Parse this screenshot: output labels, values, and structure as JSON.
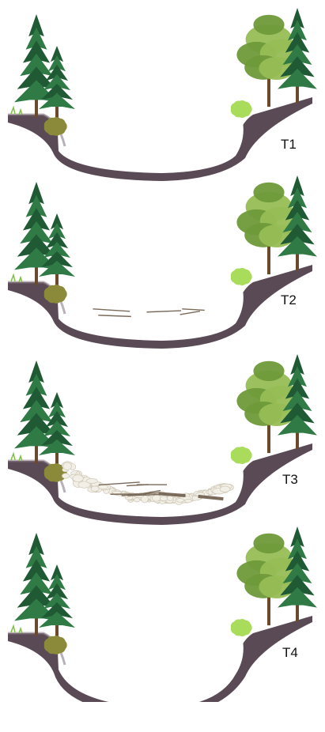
{
  "panels": [
    {
      "label": "T1",
      "deposit": "full"
    },
    {
      "label": "T2",
      "deposit": "full-with-branches"
    },
    {
      "label": "T3",
      "deposit": "dense-with-logs"
    },
    {
      "label": "T4",
      "deposit": "none"
    }
  ],
  "colors": {
    "background": "#ffffff",
    "soil": "#5a4a55",
    "soil_edge": "#8c7c88",
    "conifer_dark": "#1f5a34",
    "conifer_mid": "#2f7a45",
    "deciduous": "#6f9a3a",
    "deciduous_light": "#97bd55",
    "shrub_light": "#a8dc5a",
    "shrub_olive": "#8a8a3a",
    "trunk": "#6a4a2a",
    "sediment": "#f2efe6",
    "sediment_edge": "#cfc8b8",
    "wood": "#7a6a5a",
    "label": "#111111"
  },
  "icons": [
    "conifer-tree-icon",
    "deciduous-tree-icon",
    "shrub-icon",
    "sediment-stone-icon",
    "woody-debris-icon"
  ]
}
